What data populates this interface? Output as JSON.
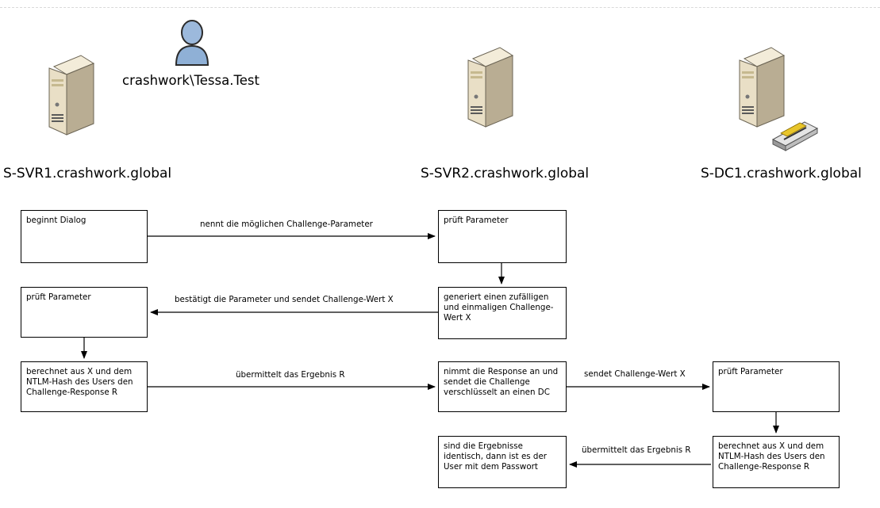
{
  "user": {
    "label": "crashwork\\Tessa.Test"
  },
  "servers": [
    {
      "label": "S-SVR1.crashwork.global"
    },
    {
      "label": "S-SVR2.crashwork.global"
    },
    {
      "label": "S-DC1.crashwork.global"
    }
  ],
  "boxes": {
    "svr1_begin": "beginnt Dialog",
    "svr1_check": "prüft Parameter",
    "svr1_compute": "berechnet aus X und dem NTLM-Hash des Users den Challenge-Response R",
    "svr2_check": "prüft Parameter",
    "svr2_generate": "generiert einen zufälligen und einmaligen Challenge-Wert X",
    "svr2_forward": "nimmt die Response an und sendet die Challenge verschlüsselt an einen DC",
    "svr2_result": "sind die Ergebnisse identisch, dann ist es der User mit dem Passwort",
    "dc_check": "prüft Parameter",
    "dc_compute": "berechnet aus X und dem NTLM-Hash des Users den Challenge-Response R"
  },
  "messages": {
    "m1": "nennt die möglichen Challenge-Parameter",
    "m2": "bestätigt die Parameter und sendet Challenge-Wert X",
    "m3": "übermittelt das Ergebnis R",
    "m4": "sendet Challenge-Wert X",
    "m5": "übermittelt das Ergebnis R"
  }
}
